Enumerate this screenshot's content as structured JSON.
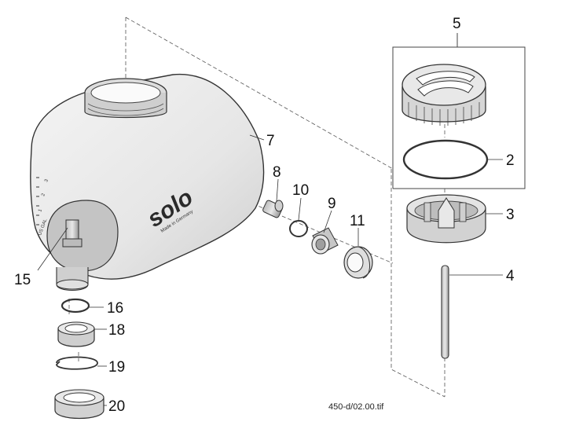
{
  "diagram": {
    "brand": "solo",
    "brand_sub": "Made in Germany",
    "gauge_unit": "US GAL",
    "gauge_marks": [
      "1",
      "2",
      "3"
    ],
    "reference": "450-d/02.00.tif",
    "callouts": {
      "p2": "2",
      "p3": "3",
      "p4": "4",
      "p5": "5",
      "p7": "7",
      "p8": "8",
      "p9": "9",
      "p10": "10",
      "p11": "11",
      "p15": "15",
      "p16": "16",
      "p18": "18",
      "p19": "19",
      "p20": "20"
    }
  }
}
